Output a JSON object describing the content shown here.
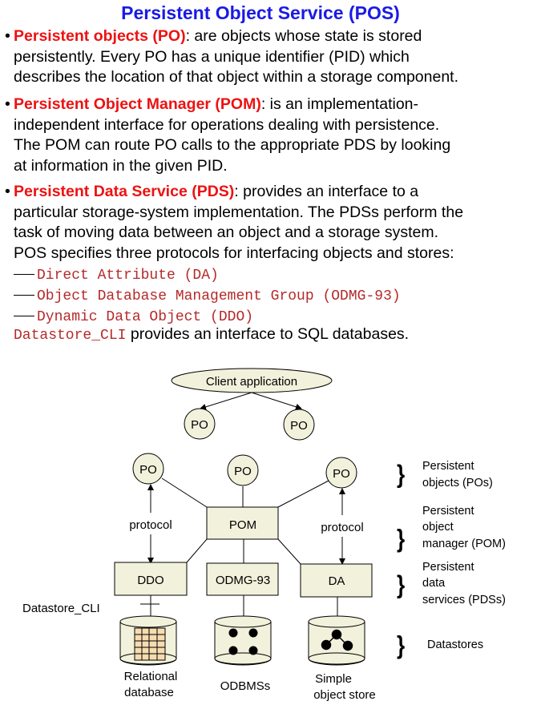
{
  "title": "Persistent Object Service (POS)",
  "bullets": [
    {
      "term": "Persistent objects (PO)",
      "text": ": are objects whose state is stored\npersistently.  Every PO has a unique identifier (PID) which\ndescribes the location of that object within a storage component."
    },
    {
      "term": "Persistent Object Manager (POM)",
      "text": ": is an implementation-\nindependent interface for operations dealing with persistence.\nThe POM can route PO calls to the appropriate PDS by looking\nat information in the given PID."
    },
    {
      "term": "Persistent Data Service (PDS)",
      "text": ": provides an interface to a\nparticular storage-system implementation.  The PDSs perform the\ntask of moving data between an object and a storage system.\nPOS specifies three protocols for interfacing objects and stores:"
    }
  ],
  "protocols": [
    "Direct Attribute (DA)",
    "Object Database Management Group (ODMG-93)",
    "Dynamic Data Object (DDO)"
  ],
  "cli": {
    "code": "Datastore_CLI",
    "text": " provides an interface to SQL databases."
  },
  "diagram": {
    "client": "Client application",
    "client_pos": [
      "PO",
      "PO"
    ],
    "pos": [
      "PO",
      "PO",
      "PO"
    ],
    "pom": "POM",
    "protocol_left": "protocol",
    "protocol_right": "protocol",
    "pds": [
      "DDO",
      "ODMG-93",
      "DA"
    ],
    "cli_label": "Datastore_CLI",
    "stores": [
      {
        "line1": "Relational",
        "line2": "database"
      },
      {
        "line1": "ODBMSs",
        "line2": ""
      },
      {
        "line1": "Simple",
        "line2": "object store"
      }
    ],
    "legend": [
      {
        "lines": [
          "Persistent",
          "objects (POs)"
        ]
      },
      {
        "lines": [
          "Persistent",
          "object",
          "manager (POM)"
        ]
      },
      {
        "lines": [
          "Persistent",
          "data",
          "services (PDSs)"
        ]
      },
      {
        "lines": [
          "Datastores"
        ]
      }
    ],
    "colors": {
      "node_fill": "#f2f1dc",
      "grid_fill": "#f6dcb0",
      "title": "#1a1ae6",
      "term": "#ee1111",
      "code": "#b52a2a"
    }
  }
}
